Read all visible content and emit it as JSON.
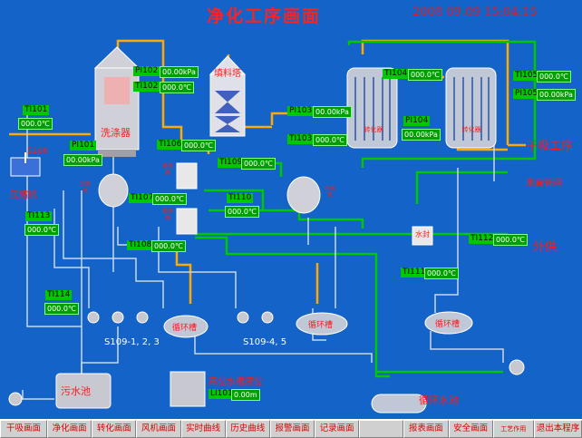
{
  "screen": {
    "title": "净化工序画面",
    "datetime": "2008-09-09 15:04:15"
  },
  "equipment": {
    "scrubber": "洗涤器",
    "packed_tower": "填料塔",
    "compressor": "压缩机",
    "sewage_tank": "污水池",
    "high_water_tank": "高位水槽液位",
    "circulating_tank": "循环槽",
    "circulating_pool": "循环水池",
    "water_seal": "水封",
    "heat_exchanger_1": "换热器",
    "heat_exchanger_2": "换热器",
    "cold_air_1": "冷风机",
    "cold_air_2": "冷风机",
    "converter_1": "转化器",
    "converter_2": "转化器"
  },
  "streams": {
    "to_dry": "干吸工序",
    "tap_water": "来自管网",
    "export": "外供",
    "pump_group_1": "S109-1, 2, 3",
    "pump_group_2": "S109-4, 5",
    "s106": "S106"
  },
  "instruments": [
    {
      "tag": "TI101",
      "value": "000.0℃"
    },
    {
      "tag": "PI101",
      "value": "00.00kPa"
    },
    {
      "tag": "PI102",
      "value": "00.00kPa"
    },
    {
      "tag": "TI102",
      "value": "000.0℃"
    },
    {
      "tag": "PI103",
      "value": "00.00kPa"
    },
    {
      "tag": "TI103",
      "value": "000.0℃"
    },
    {
      "tag": "TI104",
      "value": "000.0℃"
    },
    {
      "tag": "PI104",
      "value": "00.00kPa"
    },
    {
      "tag": "TI105",
      "value": "000.0℃"
    },
    {
      "tag": "PI105",
      "value": "00.00kPa"
    },
    {
      "tag": "TI106",
      "value": "000.0℃"
    },
    {
      "tag": "TI107",
      "value": "000.0℃"
    },
    {
      "tag": "TI108",
      "value": "000.0℃"
    },
    {
      "tag": "TI109",
      "value": "000.0℃"
    },
    {
      "tag": "TI110",
      "value": "000.0℃"
    },
    {
      "tag": "TI111",
      "value": "000.0℃"
    },
    {
      "tag": "TI112",
      "value": "000.0℃"
    },
    {
      "tag": "TI113",
      "value": "000.0℃"
    },
    {
      "tag": "TI114",
      "value": "000.0℃"
    },
    {
      "tag": "LI101",
      "value": "0.00m"
    }
  ],
  "nav": [
    "干吸画面",
    "净化画面",
    "转化画面",
    "风机画面",
    "实时曲线",
    "历史曲线",
    "报警画面",
    "记录画面",
    "",
    "报表画面",
    "安全画面",
    "工艺作用",
    "退出本程序"
  ],
  "colors": {
    "background": "#1463c8",
    "pipe_orange": "#ffaa00",
    "pipe_green": "#00c800",
    "label_green": "#00c800",
    "alarm_red": "#ff1a1a"
  }
}
